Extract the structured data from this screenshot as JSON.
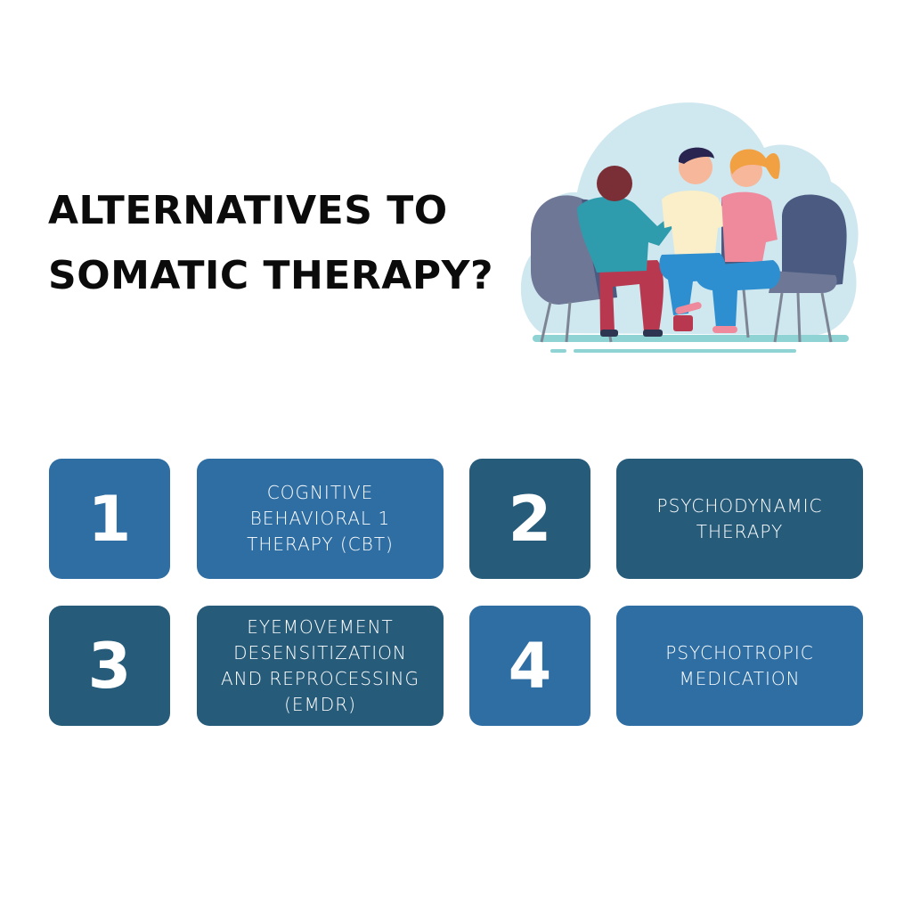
{
  "title": {
    "lines": [
      "ALTERNATIVES TO",
      "SOMATIC THERAPY?"
    ]
  },
  "illustration": {
    "description": "three-people-sitting-in-chairs-therapy-group",
    "colors": {
      "cloud": "#cfe7ef",
      "chair": "#6e7896",
      "chair_dark": "#4b5a80",
      "teal_shirt": "#2f9cad",
      "red_pants": "#b8394f",
      "cream_shirt": "#fbefc9",
      "jeans": "#2d8fd0",
      "pink_shirt": "#ef8a9d",
      "blonde_hair": "#f2a142",
      "brown_hair": "#7a2e35",
      "navy_hair": "#2a2550",
      "skin": "#f6b79a",
      "floor": "#8fd3d4"
    }
  },
  "colors": {
    "tile_light": "#2f6ea3",
    "tile_dark": "#275b7a",
    "text_on_tile": "#ffffff",
    "title": "#0b0b0b"
  },
  "items": [
    {
      "number": "1",
      "label_lines": [
        "COGNITIVE",
        "BEHAVIORAL 1",
        "THERAPY (CBT)"
      ],
      "tone": "light"
    },
    {
      "number": "2",
      "label_lines": [
        "PSYCHODYNAMIC",
        "THERAPY"
      ],
      "tone": "dark"
    },
    {
      "number": "3",
      "label_lines": [
        "EYEMOVEMENT",
        "DESENSITIZATION",
        "AND REPROCESSING",
        "(EMDR)"
      ],
      "tone": "dark"
    },
    {
      "number": "4",
      "label_lines": [
        "PSYCHOTROPIC",
        "MEDICATION"
      ],
      "tone": "light"
    }
  ]
}
